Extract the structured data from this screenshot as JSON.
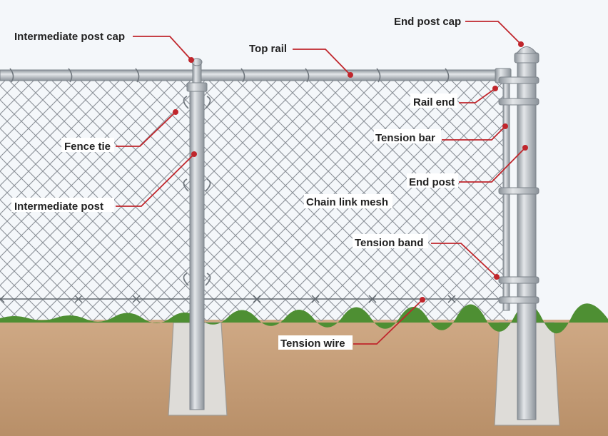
{
  "colors": {
    "sky": "#eef3f7",
    "soil": "#c9a37c",
    "grass": "#4e8f33",
    "metal": "#b9bec4",
    "metal_dark": "#7d848b",
    "concrete": "#dcdad6",
    "mesh": "#8a9097",
    "leader": "#c0262c",
    "label_text": "#222222"
  },
  "labels": {
    "intermediate_post_cap": "Intermediate post cap",
    "top_rail": "Top rail",
    "end_post_cap": "End post cap",
    "rail_end": "Rail end",
    "tension_bar": "Tension bar",
    "fence_tie": "Fence tie",
    "end_post": "End post",
    "intermediate_post": "Intermediate post",
    "chain_link_mesh": "Chain link mesh",
    "tension_band": "Tension band",
    "tension_wire": "Tension wire"
  }
}
